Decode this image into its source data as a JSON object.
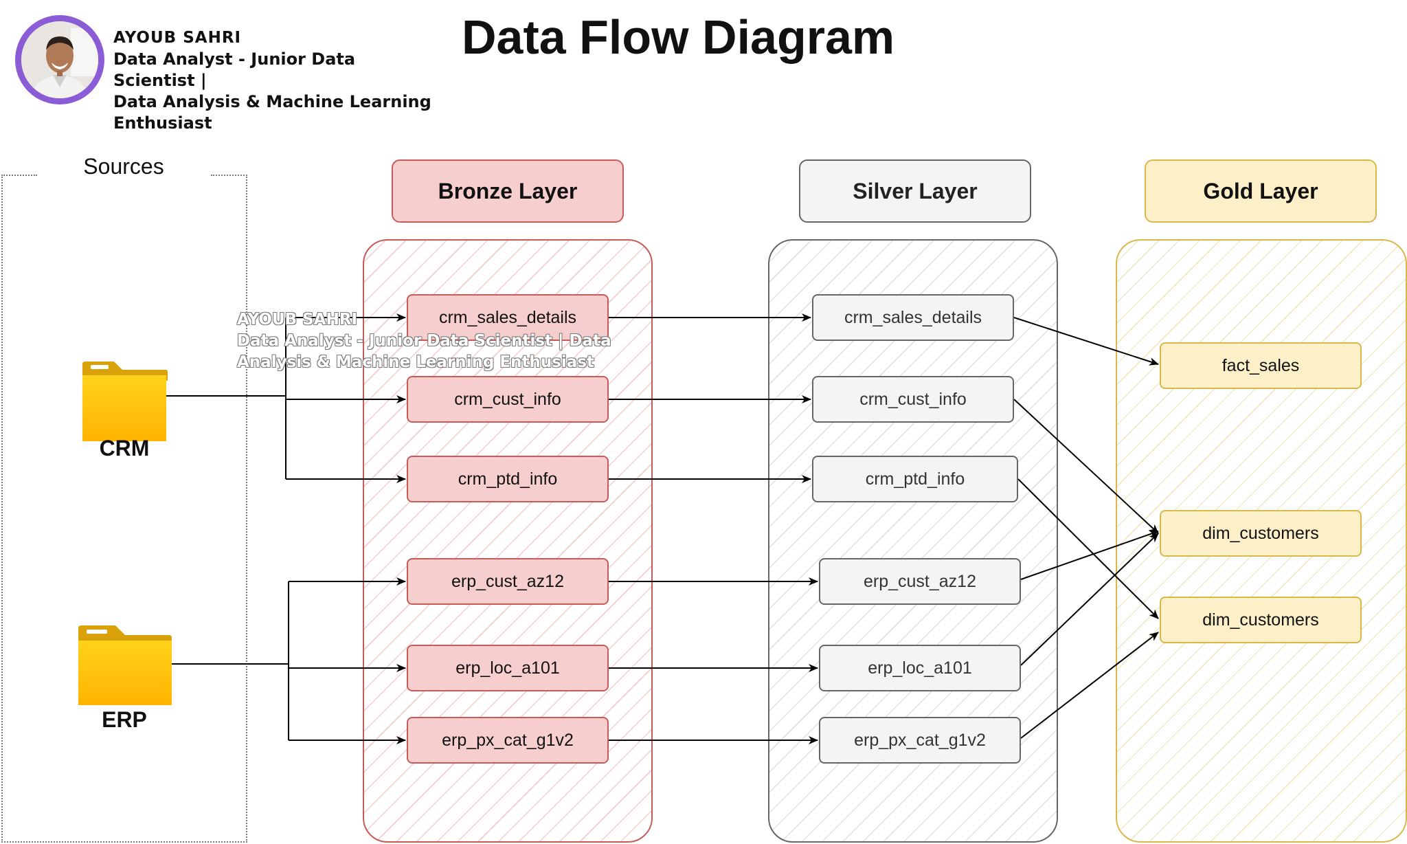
{
  "header": {
    "title": "Data Flow Diagram",
    "author_name": "AYOUB SAHRI",
    "author_role_line1": "Data Analyst - Junior Data Scientist |",
    "author_role_line2": "Data Analysis & Machine Learning",
    "author_role_line3": "Enthusiast"
  },
  "watermark": {
    "line1": "AYOUB SAHRI",
    "line2": "Data Analyst - Junior Data Scientist | Data",
    "line3": "Analysis & Machine Learning Enthusiast"
  },
  "sources": {
    "label": "Sources",
    "crm": "CRM",
    "erp": "ERP"
  },
  "layers": {
    "bronze": {
      "title": "Bronze Layer",
      "nodes": [
        "crm_sales_details",
        "crm_cust_info",
        "crm_ptd_info",
        "erp_cust_az12",
        "erp_loc_a101",
        "erp_px_cat_g1v2"
      ]
    },
    "silver": {
      "title": "Silver Layer",
      "nodes": [
        "crm_sales_details",
        "crm_cust_info",
        "crm_ptd_info",
        "erp_cust_az12",
        "erp_loc_a101",
        "erp_px_cat_g1v2"
      ]
    },
    "gold": {
      "title": "Gold Layer",
      "nodes": [
        "fact_sales",
        "dim_customers",
        "dim_customers"
      ]
    }
  },
  "colors": {
    "bronze": "#f7cece",
    "silver": "#f4f4f4",
    "gold": "#fdf0c8",
    "avatar_ring": "#8a5cd6",
    "folder": "#ffc800"
  }
}
